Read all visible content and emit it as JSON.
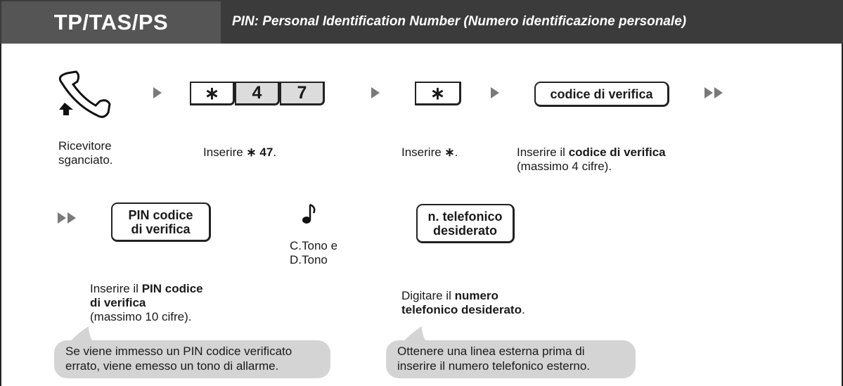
{
  "header": {
    "tag": "TP/TAS/PS",
    "subtitle": "PIN: Personal Identification Number (Numero identificazione personale)"
  },
  "row1": {
    "keys": [
      "∗",
      "4",
      "7"
    ],
    "star_key": "∗",
    "code_button": "codice di verifica",
    "captions": {
      "offhook": [
        "Ricevitore",
        "sganciato."
      ],
      "enter47_prefix": "Inserire ",
      "enter47_value": "∗ 47",
      "enter47_suffix": ".",
      "enter_star_prefix": "Inserire ",
      "enter_star_value": "∗",
      "enter_star_suffix": ".",
      "enter_code_prefix": "Inserire il ",
      "enter_code_bold": "codice di verifica",
      "enter_code_line2": "(massimo 4 cifre)."
    }
  },
  "row2": {
    "pin_button": [
      "PIN codice",
      "di verifica"
    ],
    "tone": [
      "C.Tono e",
      "D.Tono"
    ],
    "number_button": [
      "n. telefonico",
      "desiderato"
    ],
    "captions": {
      "pin_prefix": "Inserire il ",
      "pin_bold1": "PIN codice",
      "pin_bold2": "di verifica",
      "pin_line3": "(massimo 10 cifre).",
      "dial_prefix": "Digitare il ",
      "dial_bold1": "numero",
      "dial_bold2": "telefonico desiderato",
      "dial_suffix": "."
    }
  },
  "notes": {
    "left": [
      "Se viene immesso un PIN codice verificato",
      "errato, viene emesso un tono di allarme."
    ],
    "right": [
      "Ottenere una linea esterna prima di",
      "inserire il numero telefonico esterno."
    ]
  }
}
